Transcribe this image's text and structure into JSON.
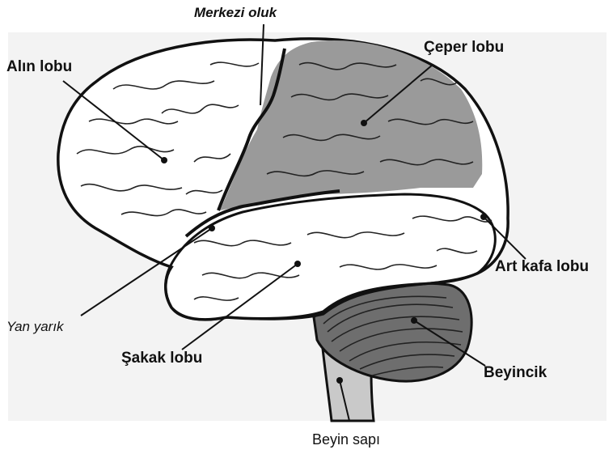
{
  "labels": {
    "central_sulcus": "Merkezi oluk",
    "frontal_lobe": "Alın lobu",
    "parietal_lobe": "Çeper lobu",
    "occipital_lobe": "Art kafa lobu",
    "lateral_fissure": "Yan yarık",
    "temporal_lobe": "Şakak lobu",
    "cerebellum": "Beyincik",
    "brain_stem": "Beyin sapı"
  },
  "colors": {
    "parietal_fill": "#9a9a9a",
    "cerebellum_fill": "#6e6e6e",
    "brainstem_fill": "#c9c9c9",
    "outline": "#111111",
    "background": "#f4f4f4"
  }
}
